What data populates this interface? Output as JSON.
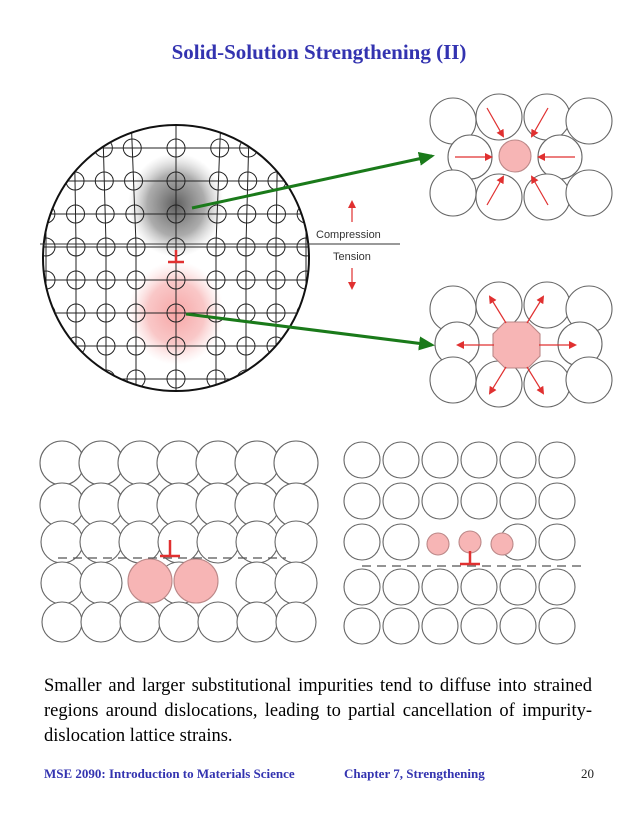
{
  "title": "Solid-Solution Strengthening (II)",
  "labels": {
    "compression": "Compression",
    "tension": "Tension"
  },
  "caption": "Smaller and larger substitutional impurities tend to diffuse into strained regions around dislocations, leading to partial cancellation of impurity-dislocation lattice strains.",
  "footer": {
    "course": "MSE 2090: Introduction to Materials Science",
    "chapter": "Chapter 7, Strengthening",
    "page": "20"
  },
  "colors": {
    "title": "#3333b0",
    "impurity_fill": "#f7b5b5",
    "arrow_red": "#e03030",
    "arrow_green": "#1a7a1a",
    "compression_shade": "#555555"
  }
}
